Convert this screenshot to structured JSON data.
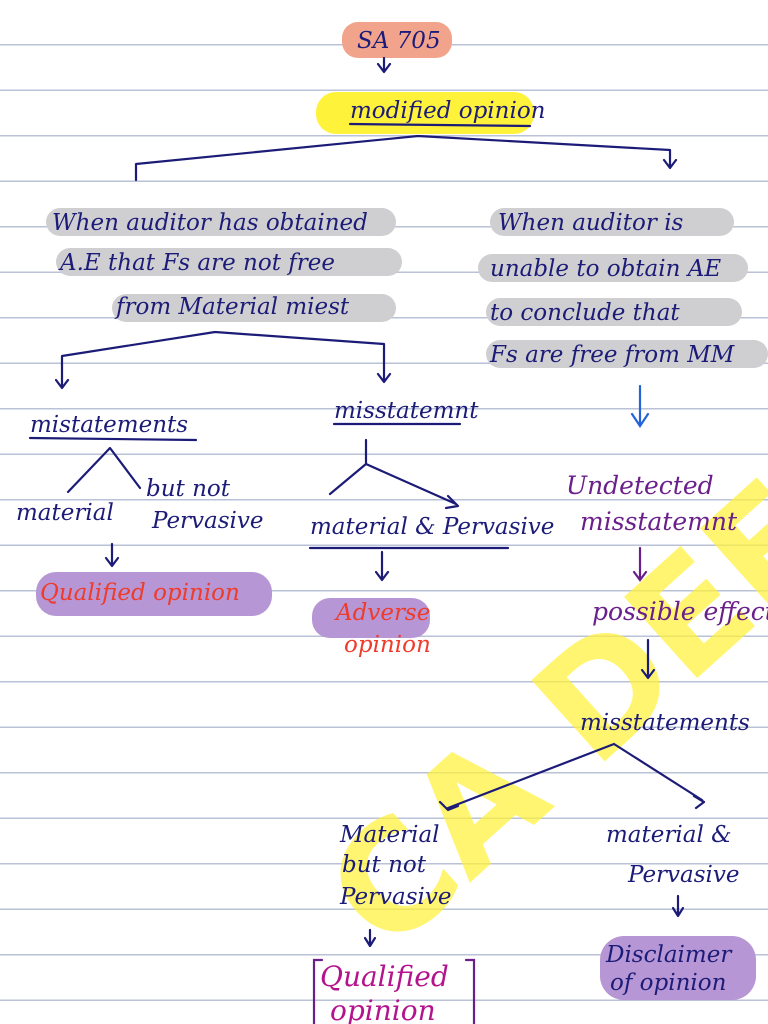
{
  "colors": {
    "ink": "#1c1c78",
    "red": "#ee3b2b",
    "purple": "#6a1f8a",
    "magenta": "#b3148e",
    "yellow_highlight": "#fff23a",
    "salmon_highlight": "#f2a38c",
    "lavender_highlight": "#b696d4",
    "gray_highlight": "#cfcfd2"
  },
  "watermark": "CA DEEPIKA",
  "root": {
    "label": "SA 705"
  },
  "modified": {
    "label": "modified opinion"
  },
  "left_branch": {
    "lines": [
      "When auditor has obtained",
      "A.E that Fs are not free",
      "from Material miest"
    ],
    "mis1": {
      "label": "mistatements",
      "child_a": "material",
      "child_b_line1": "but not",
      "child_b_line2": "Pervasive",
      "opinion": "Qualified opinion"
    },
    "mis2": {
      "label": "misstatemnt",
      "child": "material & Pervasive",
      "opinion_line1": "Adverse",
      "opinion_line2": "opinion"
    }
  },
  "right_branch": {
    "lines": [
      "When auditor is",
      "unable to obtain AE",
      "to conclude that",
      "Fs are free from MM"
    ],
    "undetected_line1": "Undetected",
    "undetected_line2": "misstatemnt",
    "possible": "possible effect",
    "mis3": {
      "label": "misstatements",
      "child_a_line1": "Material",
      "child_a_line2": "but not",
      "child_a_line3": "Pervasive",
      "opinion_a_line1": "Qualified",
      "opinion_a_line2": "opinion",
      "child_b_line1": "material &",
      "child_b_line2": "Pervasive",
      "opinion_b_line1": "Disclaimer",
      "opinion_b_line2": "of opinion"
    }
  }
}
